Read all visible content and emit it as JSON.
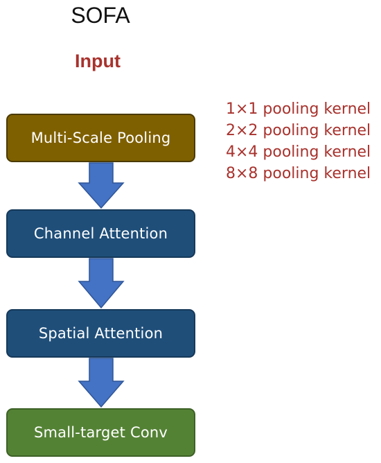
{
  "title": "SOFA",
  "input_label": "Input",
  "blocks": {
    "pooling": "Multi-Scale Pooling",
    "channel": "Channel Attention",
    "spatial": "Spatial Attention",
    "conv": "Small-target Conv"
  },
  "kernels": [
    "1×1 pooling kernel",
    "2×2 pooling kernel",
    "4×4 pooling kernel",
    "8×8 pooling kernel"
  ],
  "colors": {
    "title": "#111111",
    "accent_text": "#a8322d",
    "pooling_block": "#7f6000",
    "attention_block": "#1f4e79",
    "conv_block": "#548235",
    "arrow": "#4472c4"
  }
}
